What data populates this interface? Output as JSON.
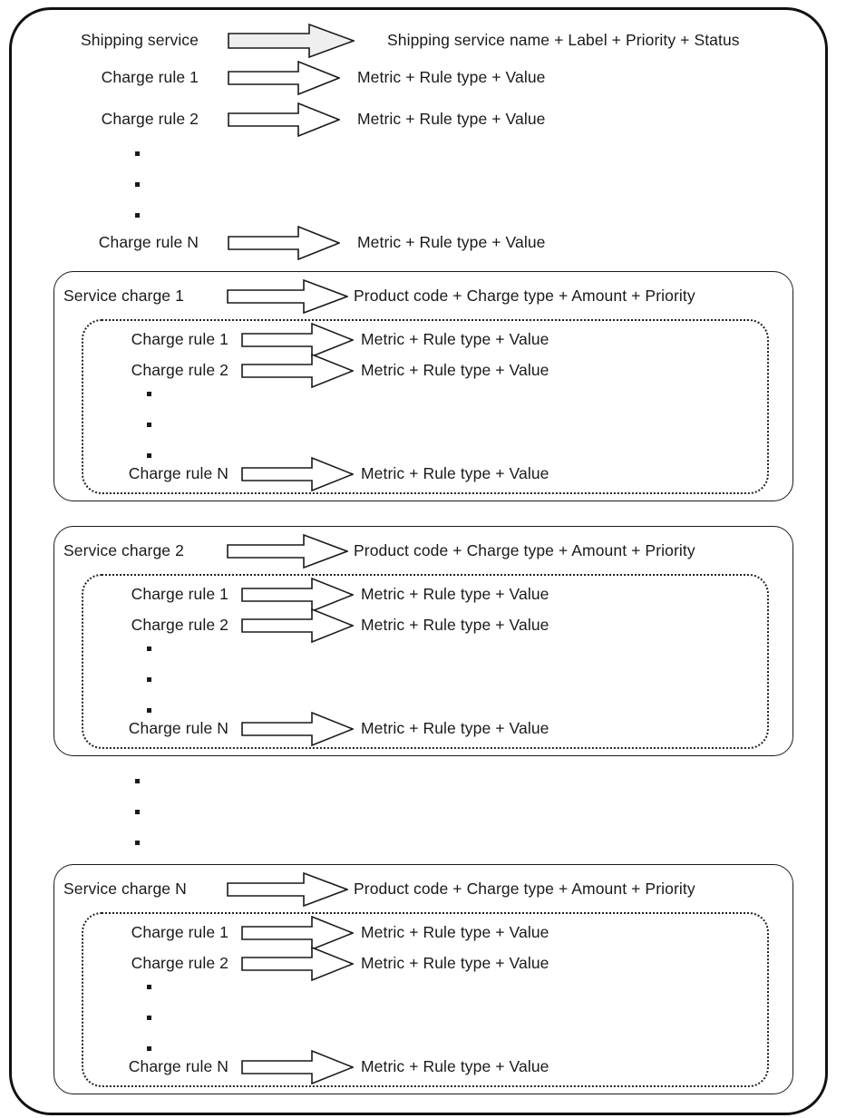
{
  "diagram": {
    "title": "Shipping service charge rule hierarchy",
    "colors": {
      "outline": "#111111",
      "inner_outline": "#1a1a1a",
      "dotted_outline": "#222222",
      "arrow_fill_highlight": "#efefef",
      "arrow_fill_plain": "#ffffff",
      "text": "#1a1a1a",
      "background": "#ffffff"
    },
    "labels": {
      "shipping_service": "Shipping service",
      "charge_rule_1": "Charge rule 1",
      "charge_rule_2": "Charge rule 2",
      "charge_rule_n": "Charge rule N",
      "service_charge_1": "Service charge 1",
      "service_charge_2": "Service charge 2",
      "service_charge_n": "Service charge N"
    },
    "targets": {
      "shipping_service_attrs": "Shipping service name + Label + Priority + Status",
      "charge_rule_attrs": "Metric + Rule type + Value",
      "service_charge_attrs": "Product code + Charge type + Amount + Priority"
    },
    "icons": {
      "arrow": "right-block-arrow-icon",
      "ellipsis": "vertical-ellipsis-icon"
    },
    "root": {
      "label_key": "shipping_service",
      "target_key": "shipping_service_attrs",
      "rules": [
        {
          "label_key": "charge_rule_1",
          "target_key": "charge_rule_attrs"
        },
        {
          "label_key": "charge_rule_2",
          "target_key": "charge_rule_attrs"
        },
        {
          "label_key": "charge_rule_n",
          "target_key": "charge_rule_attrs"
        }
      ]
    },
    "service_charges": [
      {
        "label_key": "service_charge_1",
        "target_key": "service_charge_attrs",
        "rules": [
          {
            "label_key": "charge_rule_1",
            "target_key": "charge_rule_attrs"
          },
          {
            "label_key": "charge_rule_2",
            "target_key": "charge_rule_attrs"
          },
          {
            "label_key": "charge_rule_n",
            "target_key": "charge_rule_attrs"
          }
        ]
      },
      {
        "label_key": "service_charge_2",
        "target_key": "service_charge_attrs",
        "rules": [
          {
            "label_key": "charge_rule_1",
            "target_key": "charge_rule_attrs"
          },
          {
            "label_key": "charge_rule_2",
            "target_key": "charge_rule_attrs"
          },
          {
            "label_key": "charge_rule_n",
            "target_key": "charge_rule_attrs"
          }
        ]
      },
      {
        "label_key": "service_charge_n",
        "target_key": "service_charge_attrs",
        "rules": [
          {
            "label_key": "charge_rule_1",
            "target_key": "charge_rule_attrs"
          },
          {
            "label_key": "charge_rule_2",
            "target_key": "charge_rule_attrs"
          },
          {
            "label_key": "charge_rule_n",
            "target_key": "charge_rule_attrs"
          }
        ]
      }
    ],
    "text": {
      "t_shipping_service": "Shipping service",
      "t_shipping_service_attrs": "Shipping service name + Label + Priority + Status",
      "t_cr1_a": "Charge rule 1",
      "t_cr2_a": "Charge rule 2",
      "t_crn_a": "Charge rule N",
      "t_metric_a1": "Metric + Rule type + Value",
      "t_metric_a2": "Metric + Rule type + Value",
      "t_metric_a3": "Metric + Rule type + Value",
      "t_sc1": "Service charge 1",
      "t_sc1_attrs": "Product code + Charge type + Amount + Priority",
      "t_sc1_cr1": "Charge rule 1",
      "t_sc1_cr2": "Charge rule 2",
      "t_sc1_crn": "Charge rule N",
      "t_sc1_m1": "Metric + Rule type + Value",
      "t_sc1_m2": "Metric + Rule type + Value",
      "t_sc1_m3": "Metric + Rule type + Value",
      "t_sc2": "Service charge 2",
      "t_sc2_attrs": "Product code + Charge type + Amount + Priority",
      "t_sc2_cr1": "Charge rule 1",
      "t_sc2_cr2": "Charge rule 2",
      "t_sc2_crn": "Charge rule N",
      "t_sc2_m1": "Metric + Rule type + Value",
      "t_sc2_m2": "Metric + Rule type + Value",
      "t_sc2_m3": "Metric + Rule type + Value",
      "t_scn": "Service charge N",
      "t_scn_attrs": "Product code + Charge type + Amount + Priority",
      "t_scn_cr1": "Charge rule 1",
      "t_scn_cr2": "Charge rule 2",
      "t_scn_crn": "Charge rule N",
      "t_scn_m1": "Metric + Rule type + Value",
      "t_scn_m2": "Metric + Rule type + Value",
      "t_scn_m3": "Metric + Rule type + Value"
    }
  }
}
